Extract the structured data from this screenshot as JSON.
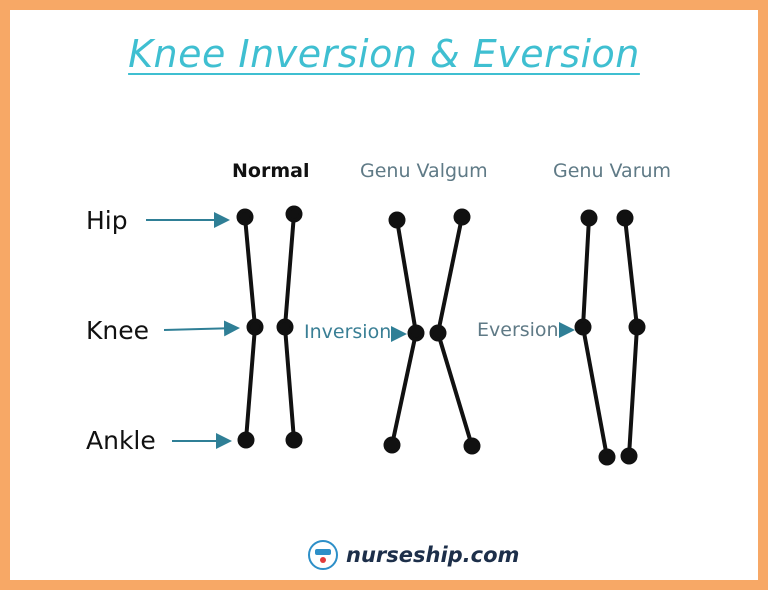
{
  "title": "Knee Inversion & Eversion",
  "columns": {
    "normal": "Normal",
    "valgum": "Genu Valgum",
    "varum": "Genu Varum"
  },
  "rows": {
    "hip": "Hip",
    "knee": "Knee",
    "ankle": "Ankle"
  },
  "annotations": {
    "inversion": "Inversion",
    "eversion": "Eversion"
  },
  "branding": {
    "site": "nurseship.com"
  },
  "colors": {
    "frame": "#f7a866",
    "title": "#3fbfd1",
    "arrow": "#2f7f96",
    "limb": "#111111"
  }
}
